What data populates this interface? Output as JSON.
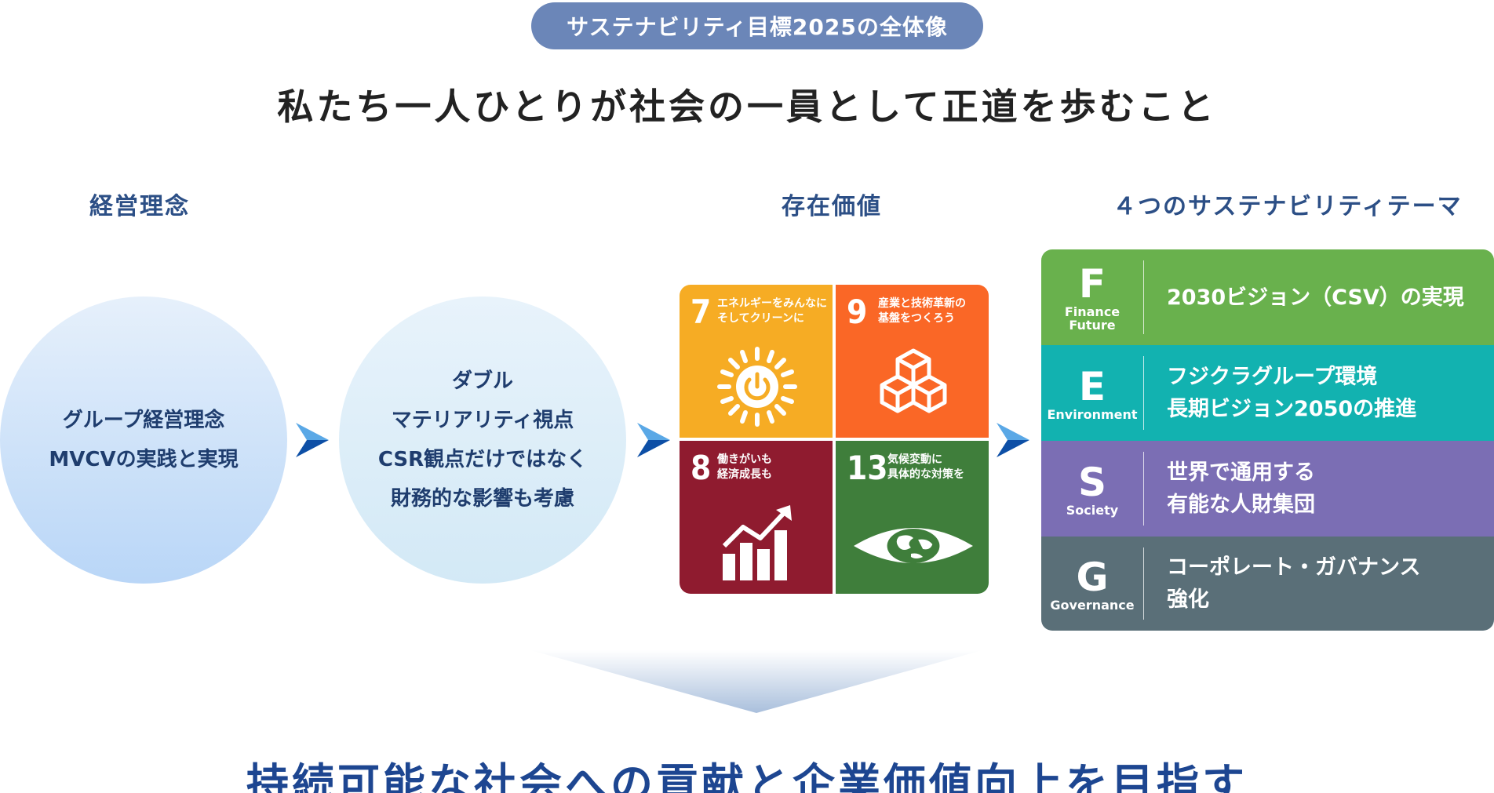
{
  "badge": "サステナビリティ目標2025の全体像",
  "heading": "私たち一人ひとりが社会の一員として正道を歩むこと",
  "sections": {
    "philosophy": "経営理念",
    "value": "存在価値",
    "themes": "４つのサステナビリティテーマ"
  },
  "circle1": {
    "line1": "グループ経営理念",
    "line2": "MVCVの実践と実現"
  },
  "circle2": {
    "line1": "ダブル",
    "line2": "マテリアリティ視点",
    "line3": "CSR観点だけではなく",
    "line4": "財務的な影響も考慮"
  },
  "sdgs": [
    {
      "number": "7",
      "line1": "エネルギーをみんなに",
      "line2": "そしてクリーンに",
      "color": "#f6ac24",
      "icon": "sun-power-icon"
    },
    {
      "number": "9",
      "line1": "産業と技術革新の",
      "line2": "基盤をつくろう",
      "color": "#fa6726",
      "icon": "cubes-icon"
    },
    {
      "number": "8",
      "line1": "働きがいも",
      "line2": "経済成長も",
      "color": "#8f1b2f",
      "icon": "growth-chart-icon"
    },
    {
      "number": "13",
      "line1": "気候変動に",
      "line2": "具体的な対策を",
      "color": "#3f7e3b",
      "icon": "earth-eye-icon"
    }
  ],
  "themes": [
    {
      "letter": "F",
      "sub1": "Finance",
      "sub2": "Future",
      "line1": "2030ビジョン（CSV）の実現",
      "line2": "",
      "color": "#69b14d"
    },
    {
      "letter": "E",
      "sub1": "Environment",
      "sub2": "",
      "line1": "フジクラグループ環境",
      "line2": "長期ビジョン2050の推進",
      "color": "#12b2b0"
    },
    {
      "letter": "S",
      "sub1": "Society",
      "sub2": "",
      "line1": "世界で通用する",
      "line2": "有能な人財集団",
      "color": "#7b6eb4"
    },
    {
      "letter": "G",
      "sub1": "Governance",
      "sub2": "",
      "line1": "コーポレート・ガバナンス",
      "line2": "強化",
      "color": "#5a6f78"
    }
  ],
  "bottom": "持続可能な社会への貢献と企業価値向上を目指す",
  "colors": {
    "arrow": "#1565c0",
    "heading_blue": "#1d4691",
    "label_blue": "#2c4f86"
  }
}
